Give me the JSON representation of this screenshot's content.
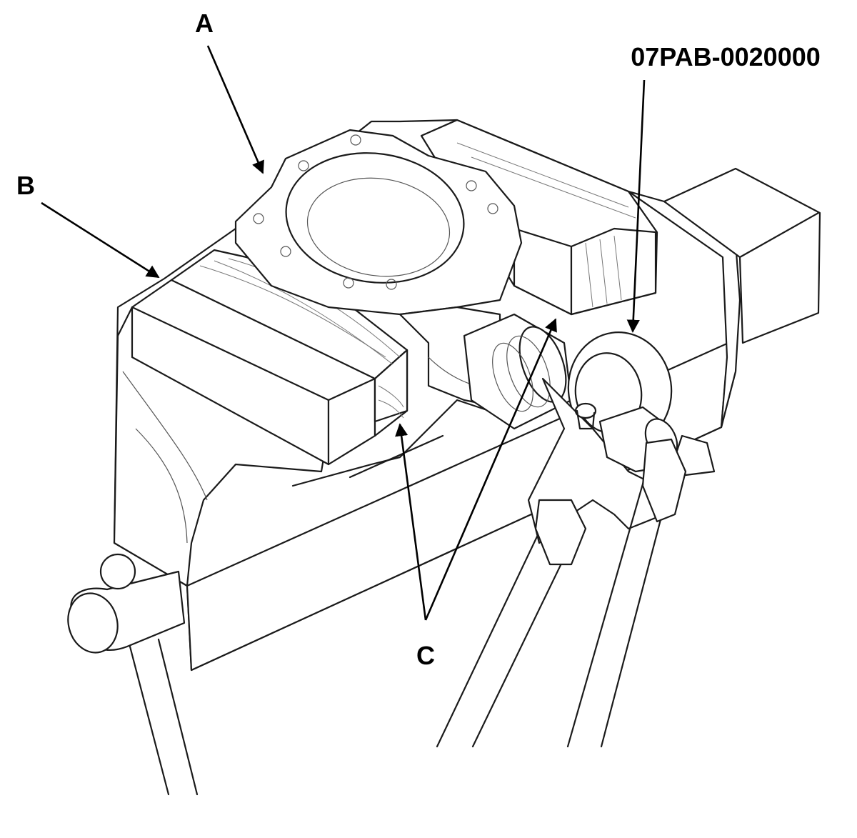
{
  "callouts": {
    "a": "A",
    "b": "B",
    "c": "C",
    "tool": "07PAB-0020000"
  },
  "colors": {
    "line": "#1a1a1a",
    "background": "#ffffff"
  }
}
